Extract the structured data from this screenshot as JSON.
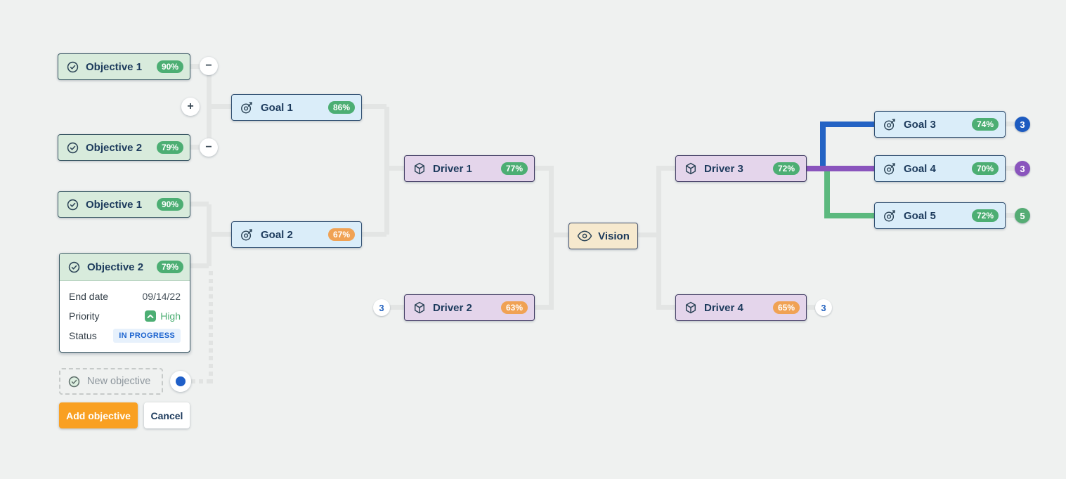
{
  "nodes": {
    "obj1a": {
      "label": "Objective 1",
      "percent": "90%"
    },
    "obj2a": {
      "label": "Objective 2",
      "percent": "79%"
    },
    "obj1b": {
      "label": "Objective 1",
      "percent": "90%"
    },
    "obj2b": {
      "label": "Objective 2",
      "percent": "79%"
    },
    "goal1": {
      "label": "Goal 1",
      "percent": "86%"
    },
    "goal2": {
      "label": "Goal 2",
      "percent": "67%"
    },
    "goal3": {
      "label": "Goal 3",
      "percent": "74%",
      "count": "3"
    },
    "goal4": {
      "label": "Goal 4",
      "percent": "70%",
      "count": "3"
    },
    "goal5": {
      "label": "Goal 5",
      "percent": "72%",
      "count": "5"
    },
    "driver1": {
      "label": "Driver 1",
      "percent": "77%"
    },
    "driver2": {
      "label": "Driver 2",
      "percent": "63%",
      "count": "3"
    },
    "driver3": {
      "label": "Driver 3",
      "percent": "72%"
    },
    "driver4": {
      "label": "Driver 4",
      "percent": "65%",
      "count": "3"
    },
    "vision": {
      "label": "Vision"
    }
  },
  "detail_card": {
    "rows": [
      {
        "label": "End date",
        "value": "09/14/22"
      },
      {
        "label": "Priority",
        "value": "High"
      },
      {
        "label": "Status",
        "value": "IN PROGRESS"
      }
    ]
  },
  "controls": {
    "collapse_glyph": "−",
    "expand_glyph": "+"
  },
  "new_objective": {
    "label": "New objective"
  },
  "actions": {
    "add_label": "Add objective",
    "cancel_label": "Cancel"
  },
  "colors": {
    "progress_green": "#4cae73",
    "progress_orange": "#f0a254",
    "link_blue": "#2463c4",
    "link_purple": "#8a55bd",
    "link_green": "#5cb97e",
    "count_blue": "#1d5bc0",
    "count_purple": "#8a55bd",
    "count_green": "#55ac74",
    "add_button_orange": "#f9a022",
    "status_blue": "#1b63cf"
  }
}
